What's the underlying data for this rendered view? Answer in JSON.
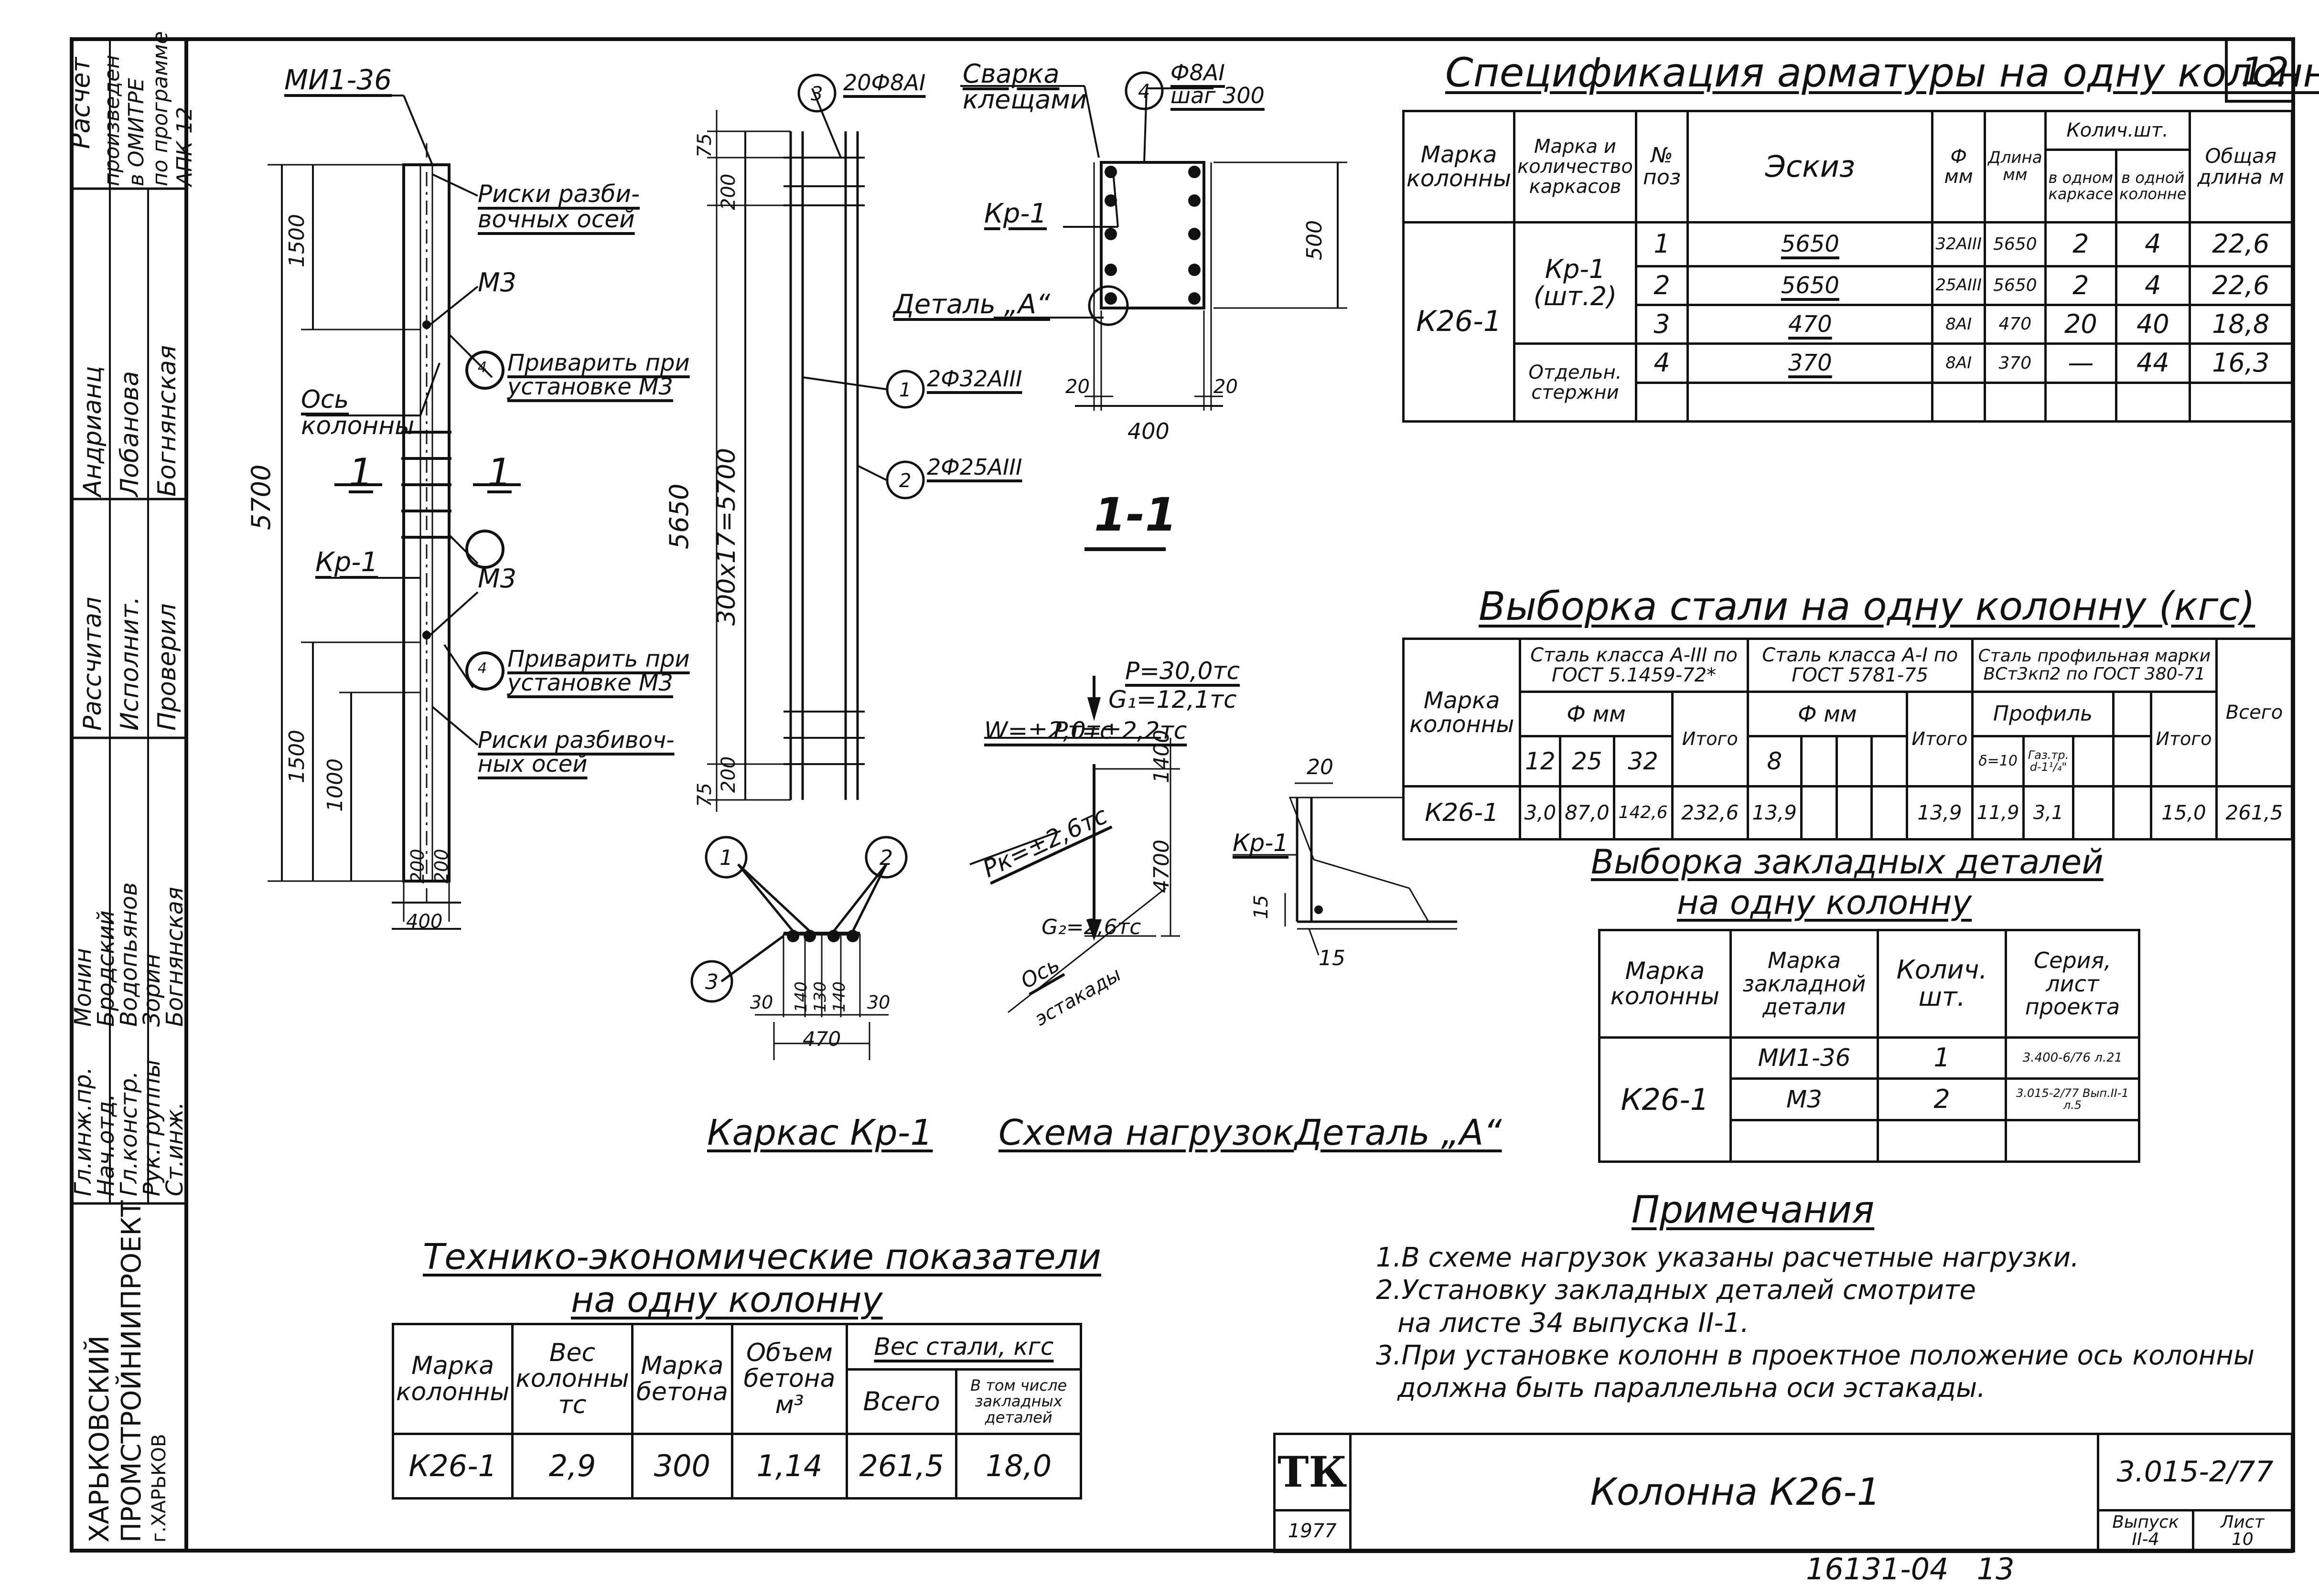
{
  "sheet_number_corner": "12",
  "side_block": {
    "col_a": [
      "Расчет",
      "произведен",
      "в ОМИТРЕ",
      "по программе",
      "АПК-12"
    ],
    "roles_1": [
      "Рассчитал",
      "Исполнит.",
      "Проверил"
    ],
    "names_1": [
      "Андрианц",
      "Лобанова",
      "Богнянская"
    ],
    "roles_2": [
      "Гл.инж.пр.",
      "Нач.отд.",
      "Гл.констр.",
      "Рук.группы",
      "Ст.инж."
    ],
    "names_2": [
      "Монин",
      "Бродский",
      "Водопьянов",
      "Зорин",
      "Богнянская"
    ],
    "org": [
      "ХАРЬКОВСКИЙ",
      "ПРОМСТРОЙНИИПРОЕКТ",
      "г.ХАРЬКОВ"
    ]
  },
  "drawing": {
    "elev_labels": {
      "mi": "МИ1-36",
      "riski1": "Риски разби-",
      "riski1b": "вочных осей",
      "m3a": "М3",
      "weld1": "Приварить при",
      "weld1b": "установке М3",
      "os": "Ось",
      "osb": "колонны",
      "sec1": "1",
      "sec1b": "1",
      "kp": "Кр-1",
      "m3b": "М3",
      "weld2": "Приварить при",
      "weld2b": "установке М3",
      "riski2": "Риски разбивоч-",
      "riski2b": "ных осей",
      "d5700": "5700",
      "d1500a": "1500",
      "d1500b": "1500",
      "d1000": "1000",
      "d200a": "200",
      "d200b": "200",
      "d400": "400",
      "n4": "4"
    },
    "frame_labels": {
      "c3": "3",
      "bar3": "20Ф8АI",
      "weldn": "Сварка",
      "weldnb": "клещами",
      "d75a": "75",
      "d200": "200",
      "d5650": "5650",
      "d300x17": "300х17=5700",
      "d200b": "200",
      "d75b": "75",
      "c1": "1",
      "bar1": "2Ф32АIII",
      "c2": "2",
      "bar2": "2Ф25АIII"
    },
    "section_labels": {
      "c4": "4",
      "bar4": "Ф8АI",
      "bar4b": "шаг 300",
      "kp": "Кр-1",
      "detail": "Деталь „А“",
      "d500": "500",
      "d20a": "20",
      "d20b": "20",
      "d400": "400",
      "title": "1-1"
    },
    "frame_cs_labels": {
      "c1": "1",
      "c2": "2",
      "c3": "3",
      "d30a": "30",
      "d140a": "140",
      "d130": "130",
      "d140b": "140",
      "d30b": "30",
      "d470": "470"
    },
    "load_labels": {
      "p": "Р=30,0тс",
      "g1": "G₁=12,1тс",
      "w": "W=±2,0тс",
      "pt": "Pт=±2,2тс",
      "pk": "Pк=±2,6тс",
      "g2": "G₂=2,6тс",
      "d1400": "1400",
      "d4700": "4700",
      "axis": "Ось",
      "axisb": "эстакады"
    },
    "detail_labels": {
      "d20": "20",
      "kp": "Кр-1",
      "d15a": "15",
      "d15b": "15"
    },
    "captions": {
      "kp": "Каркас Кр-1",
      "loads": "Схема нагрузок",
      "detail": "Деталь „А“"
    }
  },
  "spec_table": {
    "title": "Спецификация арматуры на одну колонну",
    "headers": [
      "Марка колонны",
      "Марка и количество каркасов",
      "№ поз",
      "Эскиз",
      "Ф мм",
      "Длина мм",
      "Колич.шт.",
      "в одном каркасе",
      "в одной колонне",
      "Общая длина м"
    ],
    "column_mark": "К26-1",
    "frame_group": "Кр-1 (шт.2)",
    "separate_group": "Отдельн. стержни",
    "rows": [
      {
        "pos": "1",
        "sketch": "5650",
        "dia": "32АIII",
        "len": "5650",
        "per_frame": "2",
        "per_column": "4",
        "total": "22,6"
      },
      {
        "pos": "2",
        "sketch": "5650",
        "dia": "25АIII",
        "len": "5650",
        "per_frame": "2",
        "per_column": "4",
        "total": "22,6"
      },
      {
        "pos": "3",
        "sketch": "470",
        "dia": "8АI",
        "len": "470",
        "per_frame": "20",
        "per_column": "40",
        "total": "18,8"
      },
      {
        "pos": "4",
        "sketch": "370",
        "dia": "8АI",
        "len": "370",
        "per_frame": "—",
        "per_column": "44",
        "total": "16,3"
      }
    ]
  },
  "steel_table": {
    "title": "Выборка стали на одну колонну (кгс)",
    "h_mark": "Марка колонны",
    "h_a3": "Сталь класса А-III по ГОСТ 5.1459-72*",
    "h_a1": "Сталь класса А-I по ГОСТ 5781-75",
    "h_prof": "Сталь профильная марки ВСт3кп2 по ГОСТ 380-71",
    "h_phi": "Ф мм",
    "h_phi2": "Ф мм",
    "h_profile": "Профиль",
    "h_itogo1": "Итого",
    "h_itogo2": "Итого",
    "h_itogo3": "Итого",
    "h_total": "Всего",
    "sub_a3": [
      "12",
      "25",
      "32"
    ],
    "sub_a1": [
      "8"
    ],
    "sub_prof": [
      "δ=10",
      "Газ.тр. d-1¹/₄\""
    ],
    "row": {
      "mark": "К26-1",
      "a3": [
        "3,0",
        "87,0",
        "142,6"
      ],
      "itogo1": "232,6",
      "a1": [
        "13,9"
      ],
      "itogo2": "13,9",
      "prof": [
        "11,9",
        "3,1"
      ],
      "itogo3": "15,0",
      "total": "261,5"
    }
  },
  "embed_table": {
    "title1": "Выборка закладных деталей",
    "title2": "на одну колонну",
    "headers": [
      "Марка колонны",
      "Марка закладной детали",
      "Колич. шт.",
      "Серия, лист проекта"
    ],
    "mark": "К26-1",
    "rows": [
      {
        "part": "МИ1-36",
        "qty": "1",
        "series": "3.400-6/76 л.21"
      },
      {
        "part": "М3",
        "qty": "2",
        "series": "3.015-2/77 Вып.II-1 л.5"
      }
    ]
  },
  "notes": {
    "title": "Примечания",
    "lines": [
      "1.В схеме нагрузок указаны расчетные нагрузки.",
      "2.Установку закладных деталей смотрите",
      "на листе 34 выпуска II-1.",
      "3.При установке колонн в проектное положение ось колонны",
      "должна быть параллельна оси эстакады."
    ]
  },
  "tep_table": {
    "title1": "Технико-экономические показатели",
    "title2": "на одну колонну",
    "headers": [
      "Марка колонны",
      "Вес колонны тс",
      "Марка бетона",
      "Объем бетона м³",
      "Вес стали, кгс",
      "Всего",
      "В том числе закладных деталей"
    ],
    "row": {
      "mark": "К26-1",
      "weight": "2,9",
      "concrete": "300",
      "volume": "1,14",
      "steel_total": "261,5",
      "embedded": "18,0"
    }
  },
  "title_block": {
    "logo": "ТК",
    "year": "1977",
    "name": "Колонна К26-1",
    "series": "3.015-2/77",
    "issue_label": "Выпуск",
    "issue": "II-4",
    "sheet_label": "Лист",
    "sheet": "10"
  },
  "bottom_code": "16131-04   13"
}
